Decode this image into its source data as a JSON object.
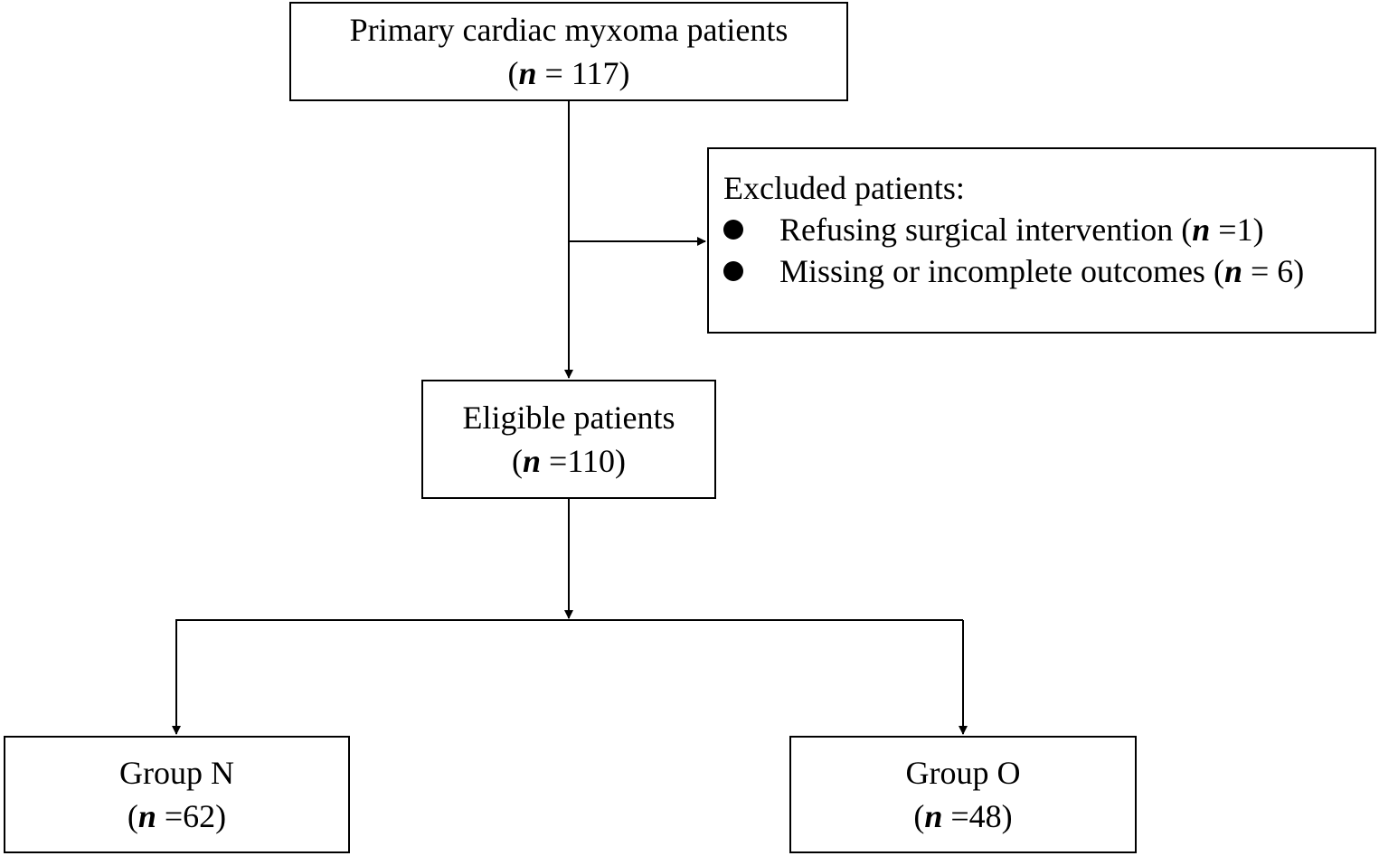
{
  "boxes": {
    "total": {
      "title": "Primary cardiac myxoma patients",
      "n": "117",
      "n_prefix": " = "
    },
    "excluded": {
      "title": "Excluded patients:",
      "items": [
        {
          "reason": "Refusing surgical intervention",
          "n_prefix": " =",
          "n": "1"
        },
        {
          "reason": "Missing or incomplete outcomes",
          "n_prefix": " = ",
          "n": "6"
        }
      ]
    },
    "eligible": {
      "title": "Eligible patients",
      "n": "110",
      "n_prefix": " ="
    },
    "group_n": {
      "title": "Group N",
      "n": "62",
      "n_prefix": " ="
    },
    "group_o": {
      "title": "Group O",
      "n": "48",
      "n_prefix": " ="
    }
  },
  "n_symbol": "n",
  "colors": {
    "line": "#000000",
    "box_border": "#000000",
    "background": "#ffffff"
  }
}
